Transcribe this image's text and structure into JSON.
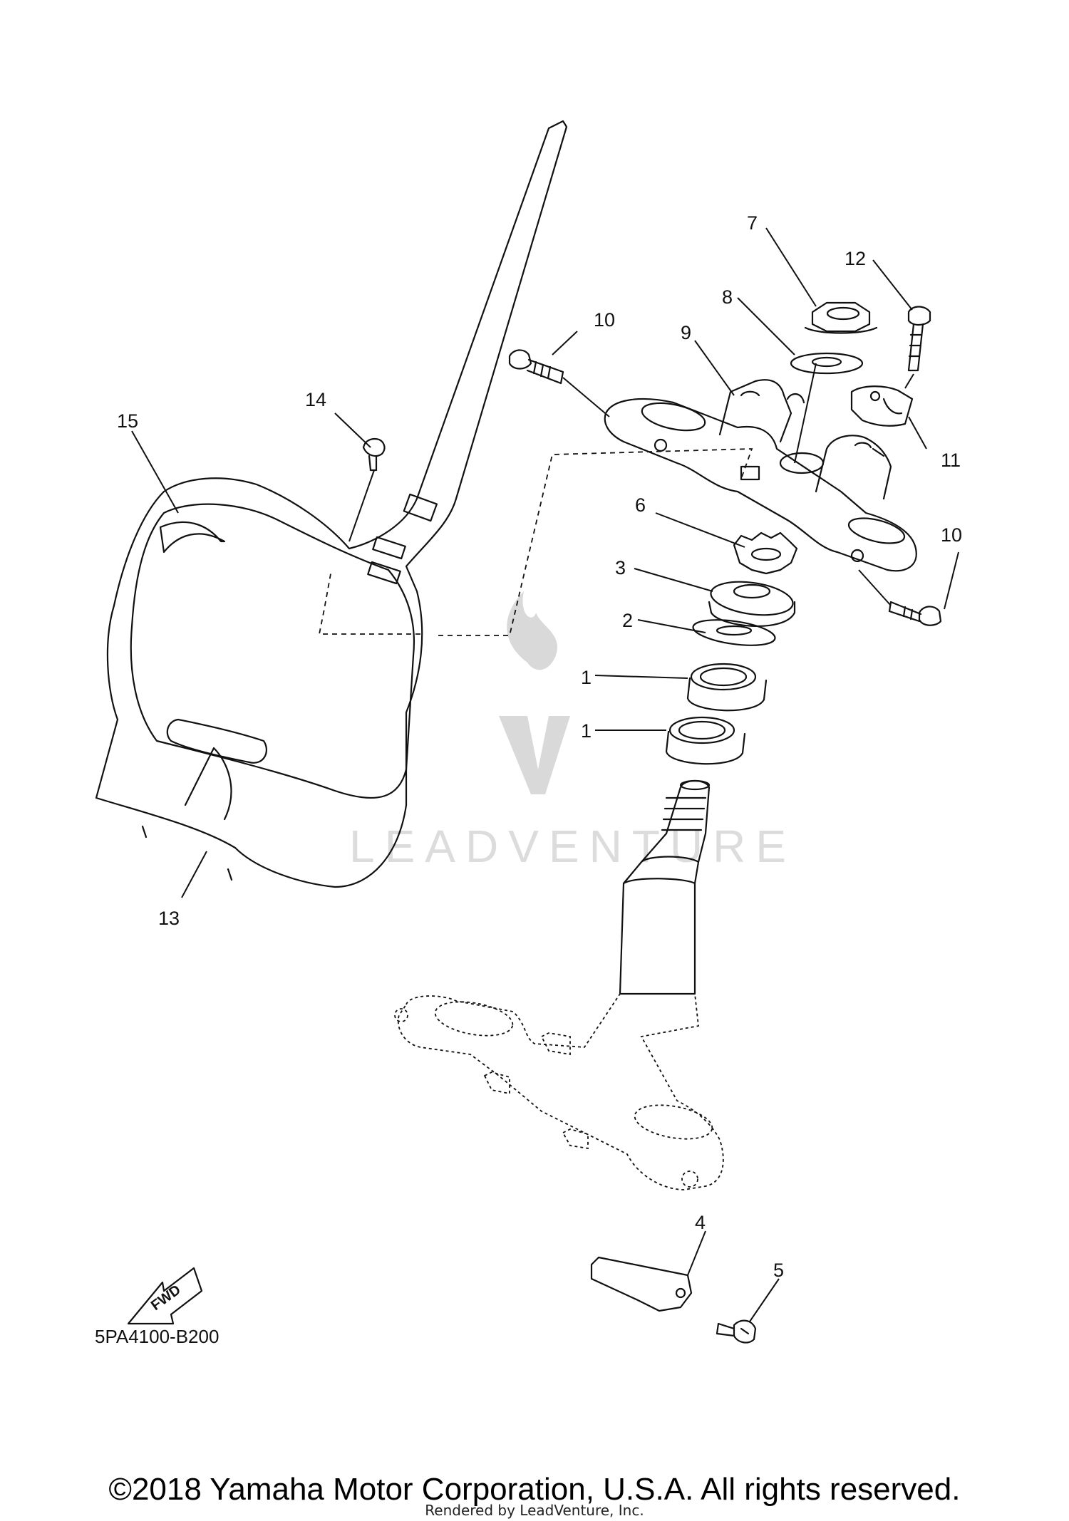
{
  "diagram": {
    "callouts": {
      "c1a": "1",
      "c1b": "1",
      "c2": "2",
      "c3": "3",
      "c4": "4",
      "c5": "5",
      "c6": "6",
      "c7": "7",
      "c8": "8",
      "c9": "9",
      "c10a": "10",
      "c10b": "10",
      "c11": "11",
      "c12": "12",
      "c13": "13",
      "c14": "14",
      "c15": "15"
    },
    "fwd_label": "FWD",
    "drawing_code": "5PA4100-B200",
    "watermark": "LEADVENTURE"
  },
  "footer": {
    "copyright": "©2018 Yamaha Motor Corporation, U.S.A. All rights reserved.",
    "rendered_by": "Rendered by LeadVenture, Inc."
  }
}
